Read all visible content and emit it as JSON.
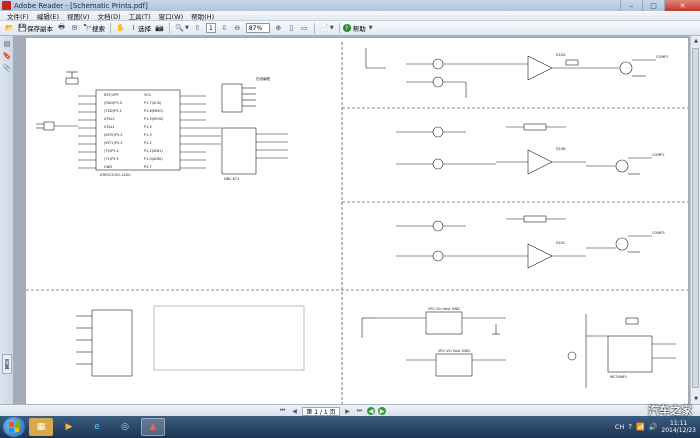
{
  "window": {
    "title": "Adobe Reader - [Schematic Prints.pdf]"
  },
  "menu": [
    "文件(F)",
    "编辑(E)",
    "视图(V)",
    "文档(D)",
    "工具(T)",
    "窗口(W)",
    "帮助(H)"
  ],
  "toolbar": {
    "save_copy": "保存副本",
    "search": "搜索",
    "select": "选择",
    "page_number": "1",
    "zoom": "87%",
    "help": "帮助"
  },
  "left_tabs": {
    "pages": "页面"
  },
  "status": {
    "page_indicator": "第 1 / 1 页"
  },
  "schematic": {
    "mcu_chip": "AT89C2051-24SU",
    "mcu_pins_left": [
      "RST/VPP",
      "(RXD)P3.0",
      "(TXD)P3.1",
      "XTAL2",
      "XTAL1",
      "(INT0)P3.2",
      "(INT1)P3.3",
      "(T0)P3.4",
      "(T1)P3.5",
      "GND"
    ],
    "mcu_pins_right": [
      "VCC",
      "P1.7(SCK)",
      "P1.6(MISO)",
      "P1.5(MOSI)",
      "P1.4",
      "P1.3",
      "P1.2",
      "P1.1(AIN1)",
      "P1.0(AIN0)",
      "P3.7"
    ],
    "top_label": "在线编程",
    "bt_chip": "HBC-671",
    "net_labels": [
      "COMP1",
      "COMP2",
      "COMP3"
    ],
    "amp_labels": [
      "D15A",
      "D15B",
      "D15C"
    ],
    "regulator": "VR1 Vin Vout GND",
    "bottom_chip": "MC34063"
  },
  "taskbar": {
    "tray_lang": "CH",
    "clock_time": "11:11",
    "clock_date": "2014/12/23"
  },
  "watermark": "汽车之家"
}
